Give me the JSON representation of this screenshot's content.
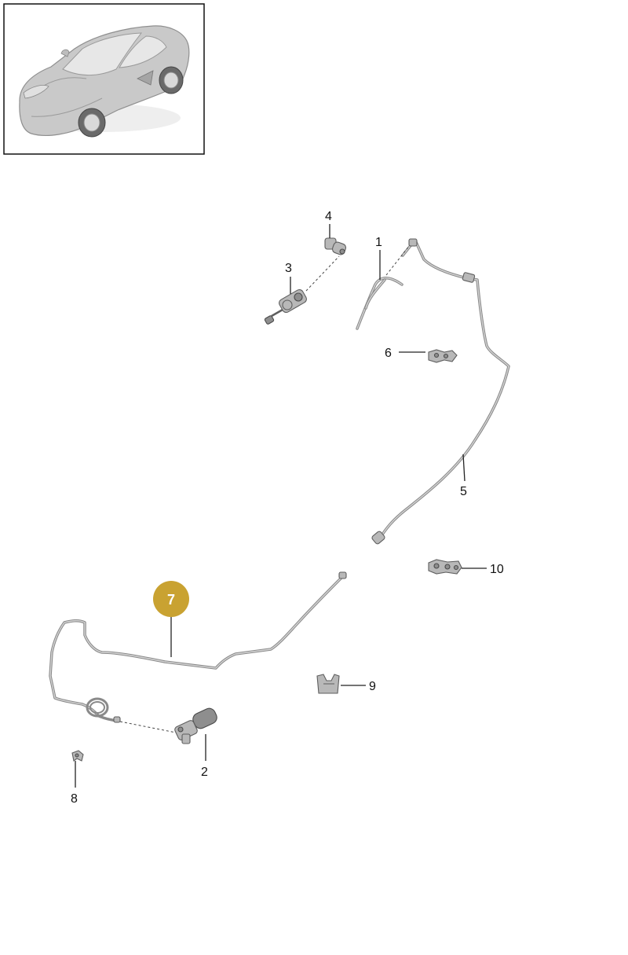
{
  "colors": {
    "highlight_badge": "#c9a231",
    "part_gray": "#b8b8b8",
    "line": "#222222"
  },
  "thumbnail": {
    "icon": "car-thumbnail-icon"
  },
  "parts": [
    {
      "id": "part-1",
      "label": "1"
    },
    {
      "id": "part-2",
      "label": "2"
    },
    {
      "id": "part-3",
      "label": "3"
    },
    {
      "id": "part-4",
      "label": "4"
    },
    {
      "id": "part-5",
      "label": "5"
    },
    {
      "id": "part-6",
      "label": "6"
    },
    {
      "id": "part-7",
      "label": "7",
      "highlighted": true
    },
    {
      "id": "part-8",
      "label": "8"
    },
    {
      "id": "part-9",
      "label": "9"
    },
    {
      "id": "part-10",
      "label": "10"
    }
  ]
}
